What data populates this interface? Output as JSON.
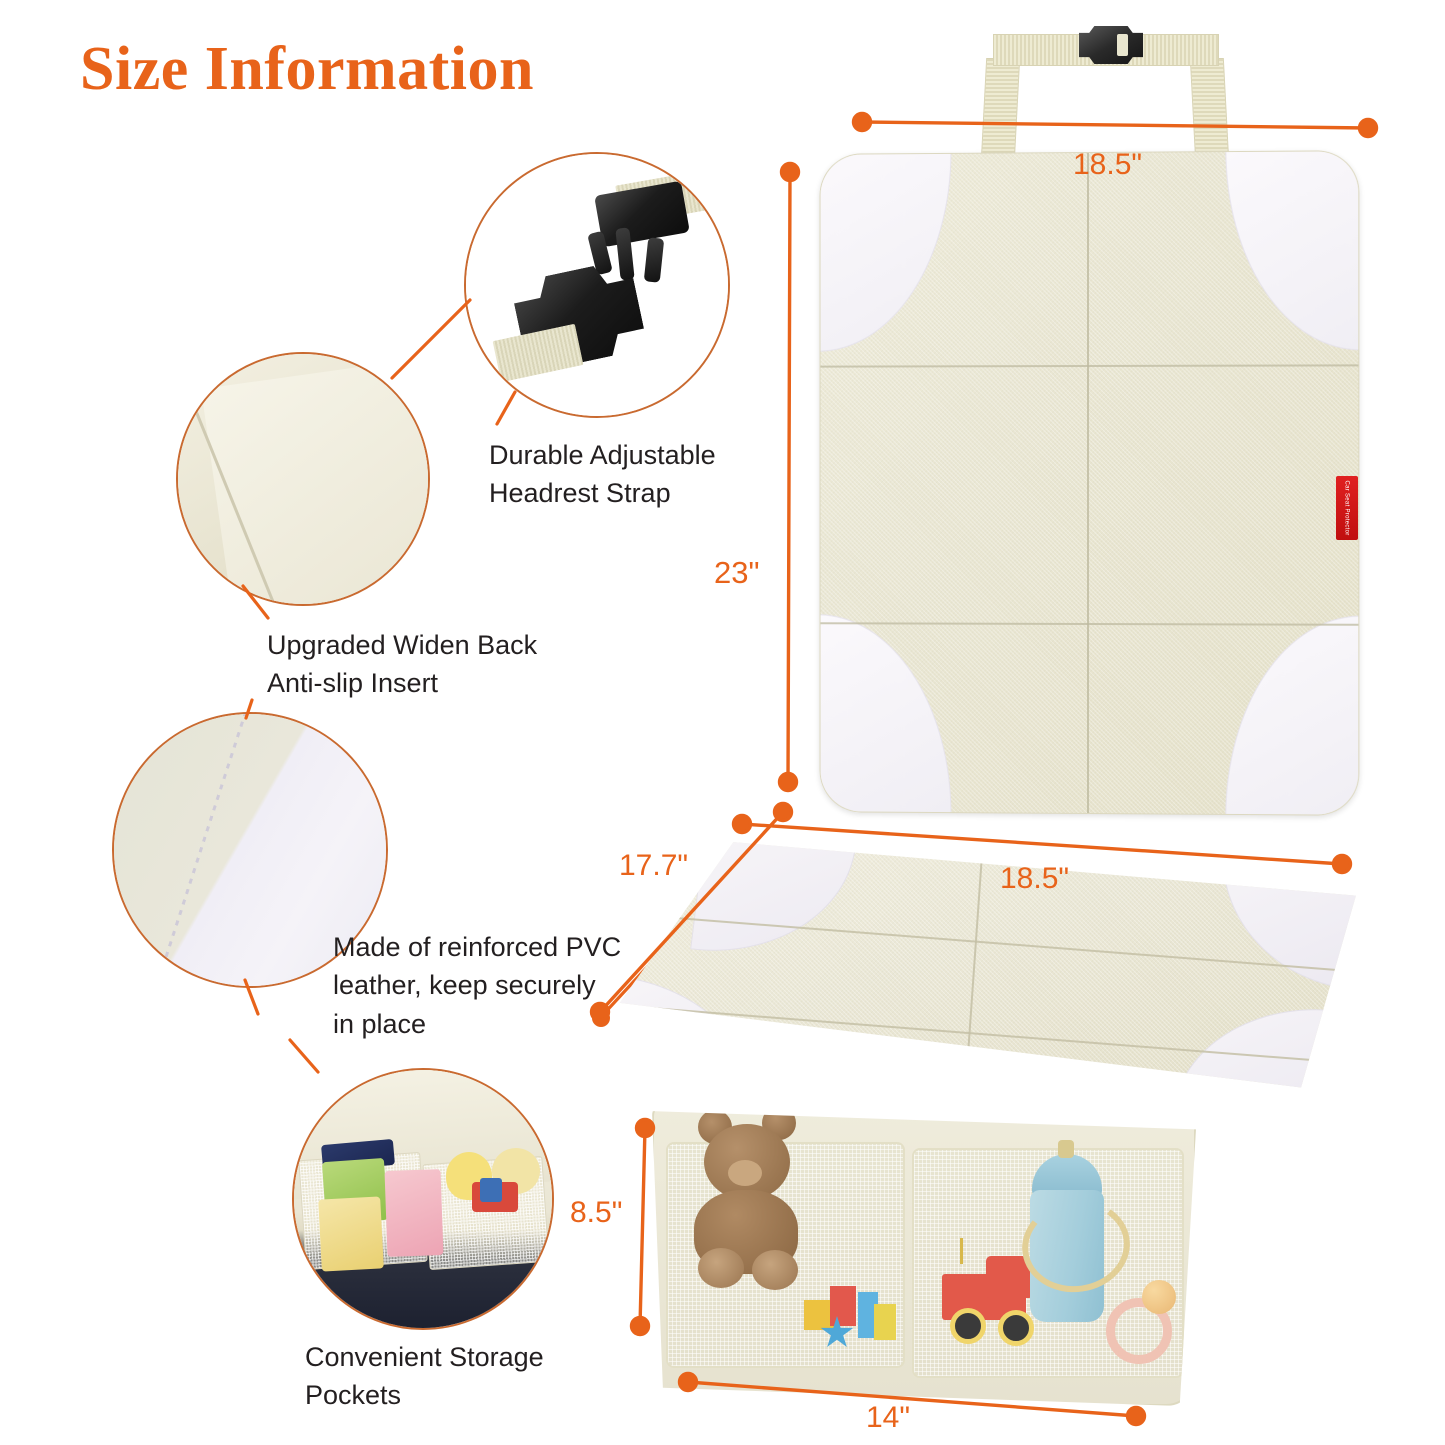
{
  "page": {
    "title": "Size Information",
    "accent_color": "#E8631A",
    "text_color": "#231f20",
    "circle_border_color": "#C96A30",
    "background": "#ffffff"
  },
  "callouts": [
    {
      "id": "headrest",
      "text": "Durable Adjustable\nHeadrest Strap"
    },
    {
      "id": "antislip",
      "text": "Upgraded Widen Back\nAnti-slip Insert"
    },
    {
      "id": "pvc",
      "text": "Made of reinforced PVC\nleather,  keep securely\nin place"
    },
    {
      "id": "pockets",
      "text": "Convenient Storage\nPockets"
    }
  ],
  "dimensions": {
    "top_width": "18.5\"",
    "backrest_height": "23\"",
    "base_depth": "17.7\"",
    "base_width": "18.5\"",
    "pocket_height": "8.5\"",
    "bottom_width": "14\""
  },
  "product": {
    "care_label_text": "Car Seat Protector",
    "care_label_color": "#d41414",
    "fabric_color": "#e9e6d2",
    "leather_color": "#f4f2f7",
    "strap_color": "#e9e6cf",
    "buckle_color": "#1c1c1c"
  },
  "detail_circles": [
    {
      "id": "buckle",
      "subject": "black side-release buckle with cream webbing"
    },
    {
      "id": "insert",
      "subject": "cream anti-slip fabric fold"
    },
    {
      "id": "pvc",
      "subject": "white PVC leather panel with stitching"
    },
    {
      "id": "pockets",
      "subject": "storage pockets holding snacks and toys"
    }
  ]
}
